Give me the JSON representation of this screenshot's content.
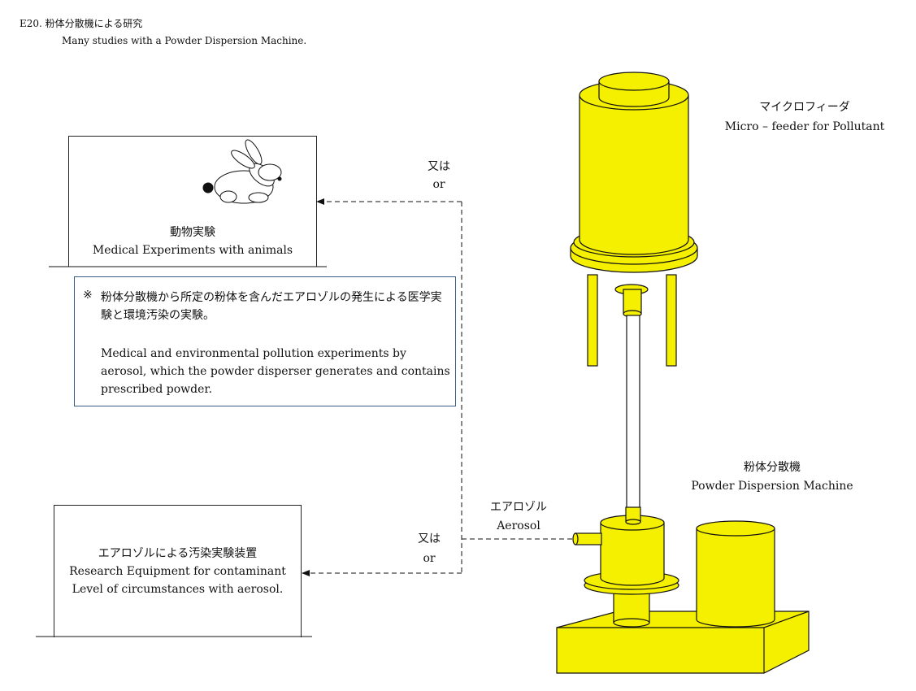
{
  "header": {
    "code_title": "E20. 粉体分散機による研究",
    "subtitle": "Many studies with a Powder Dispersion Machine."
  },
  "animal_box": {
    "label_jp": "動物実験",
    "label_en": "Medical Experiments with animals"
  },
  "note": {
    "mark": "※",
    "text_jp": "粉体分散機から所定の粉体を含んだエアロゾルの発生による医学実験と環境汚染の実験。",
    "text_en": "Medical and environmental pollution experiments by aerosol, which the powder disperser generates and contains prescribed powder."
  },
  "research_box": {
    "label_jp": "エアロゾルによる汚染実験装置",
    "label_en_1": "Research Equipment for contaminant",
    "label_en_2": "Level of circumstances with aerosol."
  },
  "connector_top": {
    "or_jp": "又は",
    "or_en": "or"
  },
  "connector_bottom": {
    "or_jp": "又は",
    "or_en": "or"
  },
  "aerosol": {
    "label_jp": "エアロゾル",
    "label_en": "Aerosol"
  },
  "feeder": {
    "label_jp": "マイクロフィーダ",
    "label_en": "Micro – feeder for Pollutant"
  },
  "disperser": {
    "label_jp": "粉体分散機",
    "label_en": "Powder Dispersion Machine"
  },
  "colors": {
    "machine_fill": "#f5f000",
    "outline": "#111111",
    "note_border": "#3a5a8a"
  }
}
